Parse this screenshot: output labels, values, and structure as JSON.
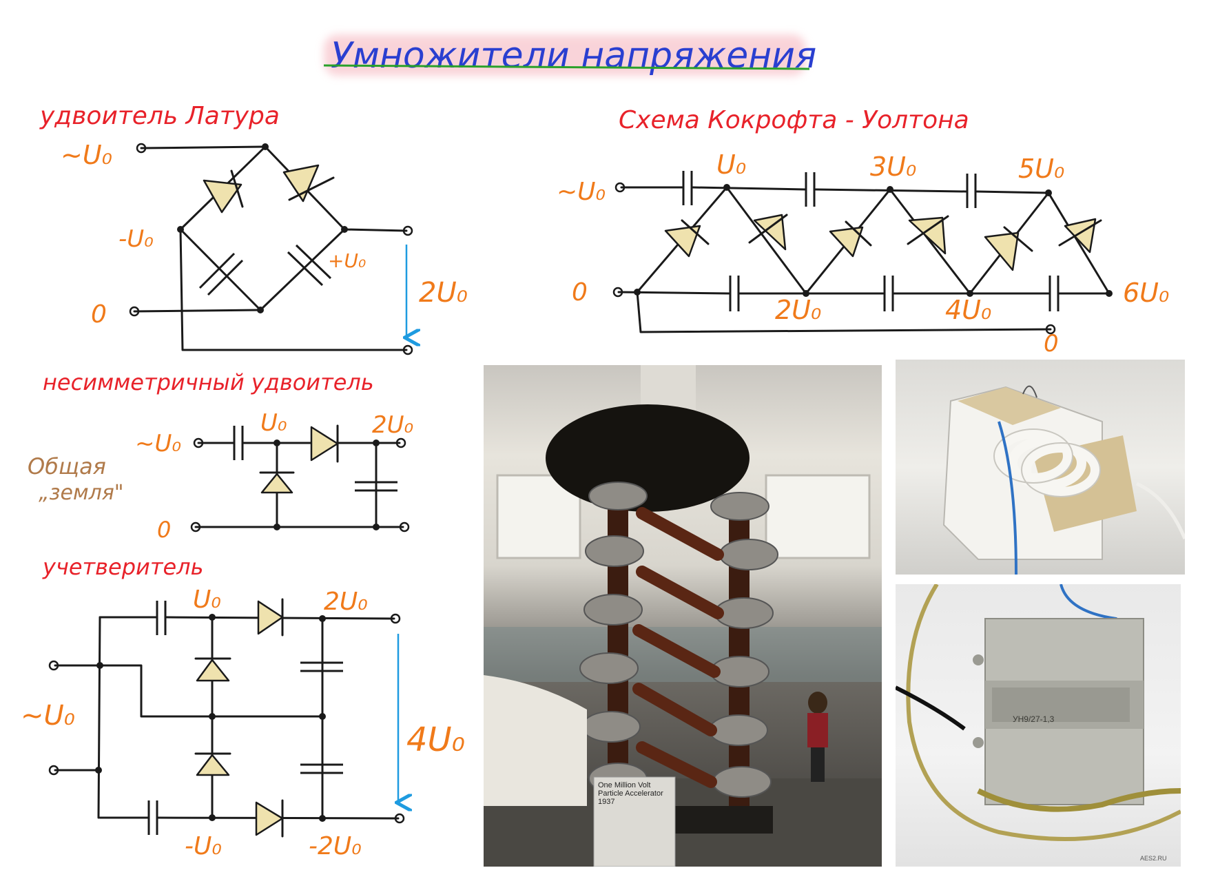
{
  "title": "Умножители напряжения",
  "sections": {
    "latour": {
      "heading": "удвоитель Латура",
      "input_label": "~U₀",
      "minus_label": "-U₀",
      "plus_label": "+U₀",
      "zero_label": "0",
      "output_label": "2U₀"
    },
    "cockcroft": {
      "heading": "Схема Кокрофта - Уолтона",
      "input_label": "~U₀",
      "zero_left": "0",
      "zero_bottom": "0",
      "top_labels": [
        "U₀",
        "3U₀",
        "5U₀"
      ],
      "bottom_labels": [
        "2U₀",
        "4U₀"
      ],
      "output_label": "6U₀"
    },
    "asymmetric": {
      "heading": "несимметричный удвоитель",
      "input_label": "~U₀",
      "node_label": "U₀",
      "output_label": "2U₀",
      "zero_label": "0",
      "note_line1": "Общая",
      "note_line2": "„земля\""
    },
    "quadrupler": {
      "heading": "учетверитель",
      "input_label": "~U₀",
      "top_node": "U₀",
      "top_out": "2U₀",
      "bottom_node": "-U₀",
      "bottom_out": "-2U₀",
      "output_label": "4U₀"
    }
  },
  "photos": {
    "accelerator_caption_lines": [
      "One Million Volt",
      "Particle Accelerator",
      "1937"
    ],
    "module_label_1": "УН9/27-1,3",
    "watermark": "AES2.RU"
  },
  "colors": {
    "heading": "#e8222a",
    "label": "#f07a1a",
    "note": "#b07a4a",
    "arrow": "#1e9be0",
    "title": "#2a3fd0"
  }
}
